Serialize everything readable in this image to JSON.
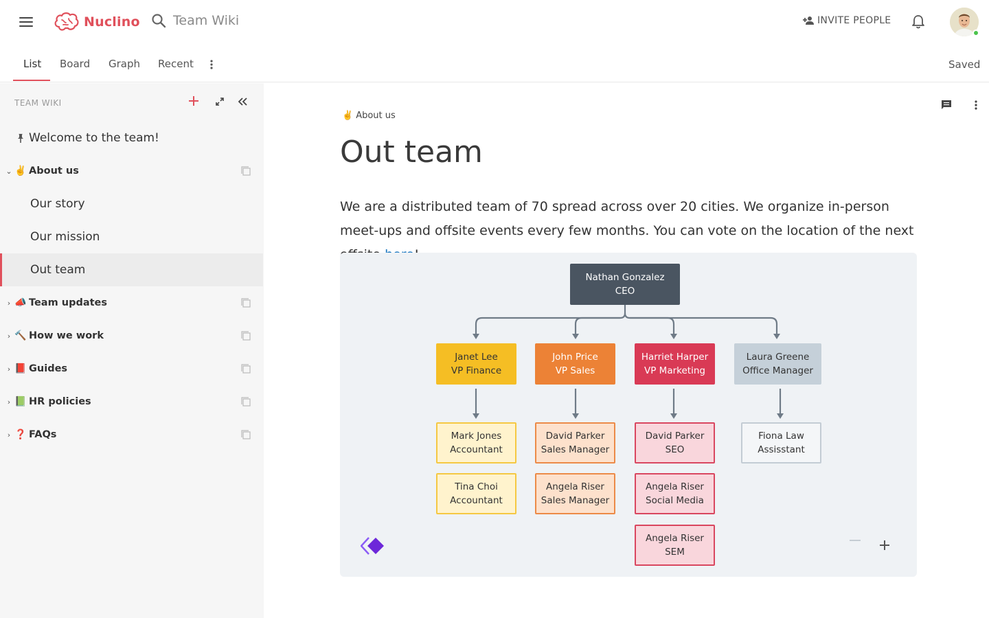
{
  "header": {
    "brand": "Nuclino",
    "workspace": "Team Wiki",
    "invite_label": "INVITE PEOPLE",
    "accent": "#e0505b"
  },
  "tabs": {
    "items": [
      "List",
      "Board",
      "Graph",
      "Recent"
    ],
    "active": "List",
    "status": "Saved"
  },
  "sidebar": {
    "heading": "TEAM WIKI",
    "items": [
      {
        "label": "Welcome to the team!",
        "icon": "pin-icon"
      },
      {
        "label": "About us",
        "emoji": "✌️",
        "expanded": true
      },
      {
        "label": "Our story"
      },
      {
        "label": "Our mission"
      },
      {
        "label": "Out team",
        "active": true
      },
      {
        "label": "Team updates",
        "emoji": "📣"
      },
      {
        "label": "How we work",
        "emoji": "🔨"
      },
      {
        "label": "Guides",
        "emoji": "📕"
      },
      {
        "label": "HR policies",
        "emoji": "📗"
      },
      {
        "label": "FAQs",
        "emoji": "❓"
      }
    ]
  },
  "main": {
    "breadcrumb_emoji": "✌️",
    "breadcrumb": "About us",
    "title": "Out team",
    "paragraph_before_link": "We are a distributed team of 70 spread across over 20 cities. We organize in-person meet-ups and offsite events every few months. You can vote on the location of the next offsite ",
    "link_text": "here",
    "paragraph_after_link": "!"
  },
  "org_chart": {
    "ceo": {
      "name": "Nathan Gonzalez",
      "role": "CEO"
    },
    "vps": [
      {
        "name": "Janet Lee",
        "role": "VP Finance",
        "color": "#f5be24"
      },
      {
        "name": "John Price",
        "role": "VP Sales",
        "color": "#ec8236"
      },
      {
        "name": "Harriet Harper",
        "role": "VP Marketing",
        "color": "#d93a55"
      },
      {
        "name": "Laura Greene",
        "role": "Office Manager",
        "color": "#c5d0d9"
      }
    ],
    "staff": [
      [
        {
          "name": "Mark Jones",
          "role": "Accountant"
        },
        {
          "name": "Tina Choi",
          "role": "Accountant"
        }
      ],
      [
        {
          "name": "David Parker",
          "role": "Sales Manager"
        },
        {
          "name": "Angela Riser",
          "role": "Sales Manager"
        }
      ],
      [
        {
          "name": "David Parker",
          "role": "SEO"
        },
        {
          "name": "Angela Riser",
          "role": "Social Media"
        },
        {
          "name": "Angela Riser",
          "role": "SEM"
        }
      ],
      [
        {
          "name": "Fiona Law",
          "role": "Assisstant"
        }
      ]
    ]
  }
}
